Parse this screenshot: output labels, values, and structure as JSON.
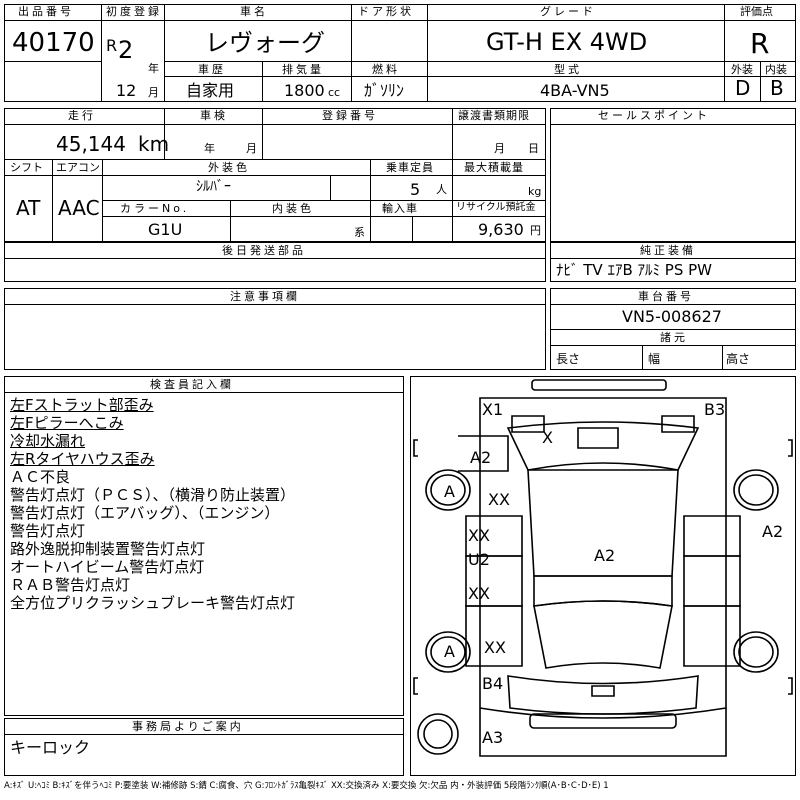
{
  "header": {
    "lot_label": "出品番号",
    "lot_number": "40170",
    "first_reg_label": "初度登録",
    "era": "R",
    "era_year": "2",
    "year_unit": "年",
    "month": "12",
    "month_unit": "月",
    "car_name_label": "車名",
    "car_name": "レヴォーグ",
    "door_label": "ドア形状",
    "door": "",
    "grade_label": "グレード",
    "grade": "GT-H EX 4WD",
    "score_label": "評価点",
    "score": "R",
    "history_label": "車歴",
    "history": "自家用",
    "displacement_label": "排気量",
    "displacement": "1800",
    "displacement_unit": "cc",
    "fuel_label": "燃料",
    "fuel": "ｶﾞｿﾘﾝ",
    "model_code_label": "型式",
    "model_code": "4BA-VN5",
    "exterior_label": "外装",
    "exterior_grade": "D",
    "interior_label": "内装",
    "interior_grade": "B"
  },
  "details": {
    "mileage_label": "走行",
    "mileage": "45,144",
    "mileage_unit": "km",
    "inspection_label": "車検",
    "inspection_year_unit": "年",
    "inspection_month_unit": "月",
    "reg_no_label": "登録番号",
    "transfer_label": "譲渡書類期限",
    "transfer_month_unit": "月",
    "transfer_day_unit": "日",
    "shift_label": "シフト",
    "shift": "AT",
    "ac_label": "エアコン",
    "ac": "AAC",
    "color_label": "外装色",
    "color": "ｼﾙﾊﾞｰ",
    "capacity_label": "乗車定員",
    "capacity": "5",
    "capacity_unit": "人",
    "max_load_label": "最大積載量",
    "max_load_unit": "kg",
    "color_no_label": "カラーNo.",
    "color_no": "G1U",
    "interior_color_label": "内装色",
    "interior_color_unit": "系",
    "import_label": "輸入車",
    "recycle_label": "リサイクル預託金",
    "recycle": "9,630",
    "recycle_unit": "円",
    "later_parts_label": "後日発送部品",
    "notes_label": "注意事項欄"
  },
  "right": {
    "sales_point_label": "セールスポイント",
    "equipment_label": "純正装備",
    "equipment": "ﾅﾋﾞ TV ｴｱB ｱﾙﾐ PS PW",
    "chassis_label": "車台番号",
    "chassis": "VN5-008627",
    "dims_label": "諸元",
    "length_label": "長さ",
    "width_label": "幅",
    "height_label": "高さ"
  },
  "inspector": {
    "label": "検査員記入欄",
    "lines": [
      "左Fストラット部歪み",
      "左Fピラーへこみ",
      "冷却水漏れ",
      "左Rタイヤハウス歪み",
      "ＡＣ不良",
      "警告灯点灯（ＰＣＳ）、（横滑り防止装置）",
      "警告灯点灯（エアバッグ）、（エンジン）",
      "警告灯点灯",
      "路外逸脱抑制装置警告灯点灯",
      "オートハイビーム警告灯点灯",
      "ＲＡＢ警告灯点灯",
      "全方位プリクラッシュブレーキ警告灯点灯"
    ]
  },
  "office": {
    "label": "事務局よりご案内",
    "text": "キーロック"
  },
  "diagram_marks": {
    "x1": "X1",
    "b3": "B3",
    "x_top": "X",
    "a2_left": "A2",
    "a2_right": "A2",
    "a_fl": "A",
    "xx_fl": "XX",
    "xx_l1": "XX",
    "u2": "U2",
    "a2_center": "A2",
    "xx_l2": "XX",
    "a_rl": "A",
    "xx_rl": "XX",
    "b4": "B4",
    "a3": "A3"
  },
  "legend": "A:ｷｽﾞ U:ﾍｺﾐ B:ｷｽﾞを伴うﾍｺﾐ P:要塗装 W:補修跡 S:錆 C:腐食、穴 G:ﾌﾛﾝﾄｶﾞﾗｽ亀裂ｷｽﾞ XX:交換済み X:要交換 欠:欠品 内・外装評価 5段階ﾗﾝｸ順(A･B･C･D･E) 1"
}
